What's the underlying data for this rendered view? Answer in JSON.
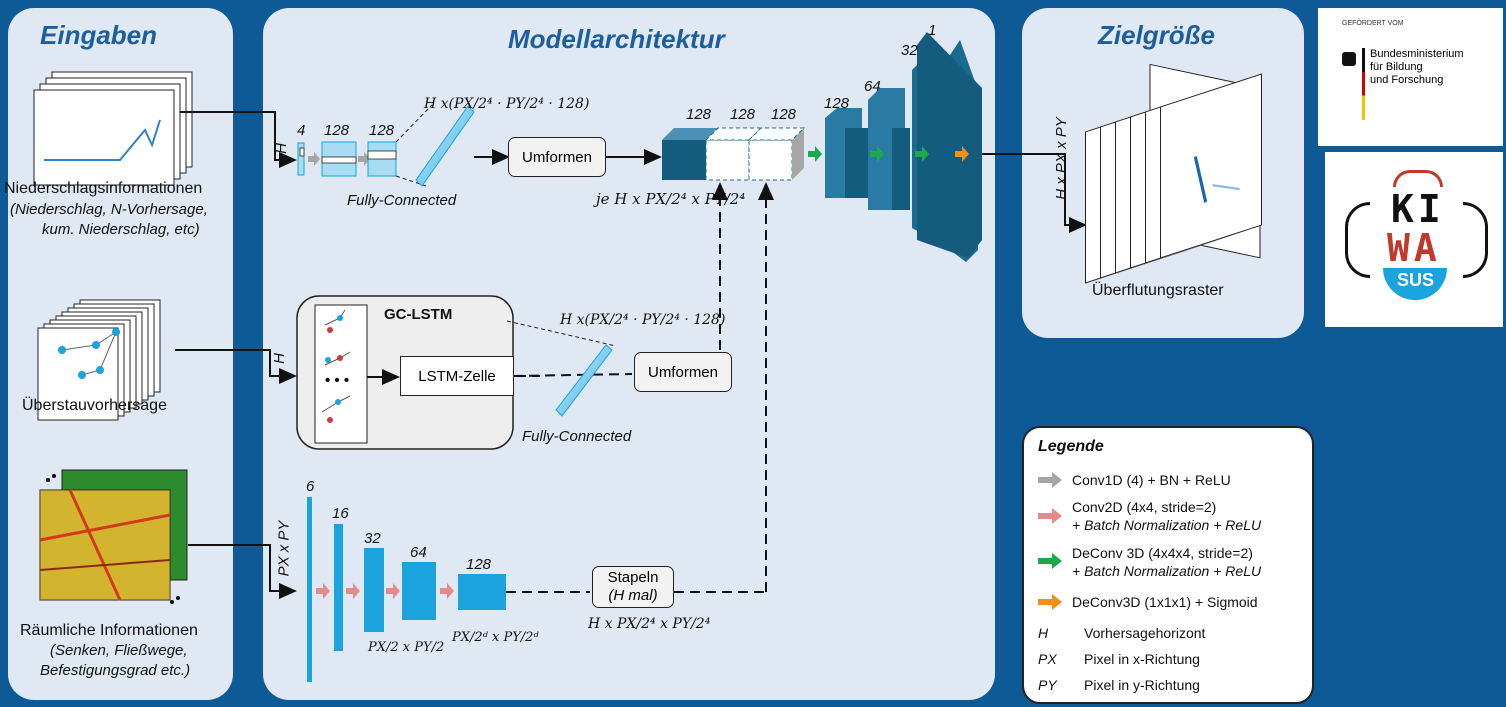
{
  "sections": {
    "inputs": "Eingaben",
    "model": "Modellarchitektur",
    "target": "Zielgröße"
  },
  "inputs": {
    "precip_title": "Niederschlagsinformationen",
    "precip_sub1": "(Niederschlag, N-Vorhersage,",
    "precip_sub2": "kum. Niederschlag, etc)",
    "overflow_title": "Überstauvorhersage",
    "spatial_title": "Räumliche Informationen",
    "spatial_sub1": "(Senken, Fließwege,",
    "spatial_sub2": "Befestigungsgrad etc.)"
  },
  "model": {
    "top_dims": [
      "4",
      "128",
      "128"
    ],
    "top_H": "H",
    "fc_top": "Fully-Connected",
    "fc_mid": "Fully-Connected",
    "reshape1": "Umformen",
    "reshape2": "Umformen",
    "gclstm": "GC-LSTM",
    "lstm_cell": "LSTM-Zelle",
    "dots": "• • •",
    "mid_H": "H",
    "cube_dims": [
      "128",
      "128",
      "128"
    ],
    "deconv_dims": [
      "128",
      "64",
      "32",
      "1"
    ],
    "bottom_input_label": "PX x PY",
    "bottom_dims": [
      "6",
      "16",
      "32",
      "64",
      "128"
    ],
    "stack_line1": "Stapeln",
    "stack_line2": "(H mal)",
    "formula_top": "H x(PX/2⁴ · PY/2⁴ · 128)",
    "formula_mid": "H x(PX/2⁴ · PY/2⁴ · 128)",
    "formula_je": "je H x PX/2⁴ x PY/2⁴",
    "formula_stack": "H x PX/2⁴ x PY/2⁴",
    "formula_half": "PX/2 x PY/2",
    "formula_d": "PX/2ᵈ x PY/2ᵈ"
  },
  "target": {
    "side_label": "H x PX x PY",
    "caption": "Überflutungsraster"
  },
  "logos": {
    "bmbf_header": "GEFÖRDERT VOM",
    "bmbf_line1": "Bundesministerium",
    "bmbf_line2": "für Bildung",
    "bmbf_line3": "und Forschung",
    "kiwa_top": "KI",
    "kiwa_mid": "WA",
    "kiwa_bottom": "SUS"
  },
  "legend": {
    "title": "Legende",
    "items": [
      {
        "color": "#a6a6a6",
        "text1": "Conv1D (4) + BN + ReLU",
        "text2": ""
      },
      {
        "color": "#e58a8a",
        "text1": "Conv2D (4x4, stride=2)",
        "text2": "+ Batch Normalization + ReLU"
      },
      {
        "color": "#1faa4a",
        "text1": "DeConv 3D (4x4x4, stride=2)",
        "text2": "+ Batch Normalization + ReLU"
      },
      {
        "color": "#f0901a",
        "text1": "DeConv3D (1x1x1) + Sigmoid",
        "text2": ""
      }
    ],
    "defs": [
      {
        "sym": "H",
        "text": "Vorhersagehorizont"
      },
      {
        "sym": "PX",
        "text": "Pixel in x-Richtung"
      },
      {
        "sym": "PY",
        "text": "Pixel in y-Richtung"
      }
    ]
  },
  "colors": {
    "bg": "#0d5a96",
    "panel": "#dfe8f3",
    "cyan": "#1aa3dd",
    "light": "#a8dcf3",
    "dark": "#145c7e",
    "teal": "#1a6b8f"
  }
}
